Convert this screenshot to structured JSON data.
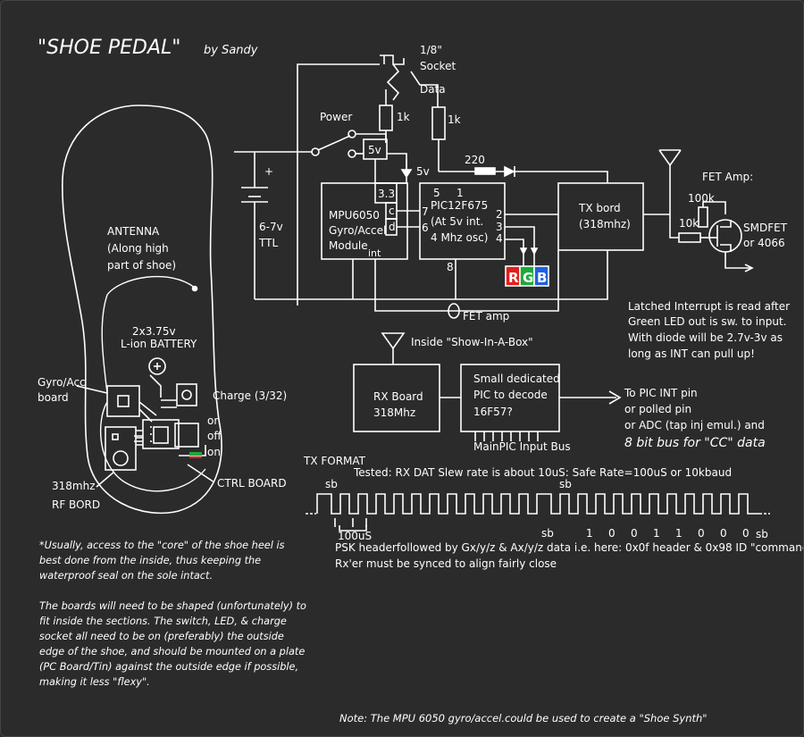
{
  "title": "\"SHOE PEDAL\"",
  "byline": "by Sandy",
  "socket": {
    "line1": "1/8\"",
    "line2": "Socket"
  },
  "data_label": "Data",
  "power_label": "Power",
  "resistor_1k_a": "1k",
  "resistor_1k_b": "1k",
  "regulator": "5v",
  "pic_supply": "5v",
  "resistor_220": "220",
  "battery": {
    "plus": "+",
    "voltage": "6-7v",
    "type": "TTL"
  },
  "mpu": {
    "line1": "MPU6050",
    "line2": "Gyro/Accel",
    "line3": "Module",
    "pin_33": "3.3",
    "pin_c": "c",
    "pin_d": "d",
    "pin_int": "int"
  },
  "pic": {
    "line1": "PIC12F675",
    "line2": "(At 5v int.",
    "line3": "4 Mhz osc)",
    "pin5": "5",
    "pin1": "1",
    "pin7": "7",
    "pin6": "6",
    "pin2": "2",
    "pin3": "3",
    "pin4": "4",
    "pin8": "8"
  },
  "rgb": {
    "r": "R",
    "g": "G",
    "b": "B",
    "r_color": "#e0201c",
    "g_color": "#1fa83a",
    "b_color": "#2060e0"
  },
  "tx": {
    "line1": "TX bord",
    "line2": "(318mhz)"
  },
  "fet": {
    "title": "FET Amp:",
    "r1": "100k",
    "r2": "10k",
    "part1": "SMDFET",
    "part2": "or 4066"
  },
  "fet_amp_label": "FET amp",
  "latch_note": [
    "Latched Interrupt is read after",
    "Green LED out is sw. to input.",
    "With diode will be 2.7v-3v as",
    "long as INT can pull up!"
  ],
  "antenna_label": [
    "ANTENNA",
    "(Along high",
    "part of shoe)"
  ],
  "shoe_battery": [
    "2x3.75v",
    "L-ion BATTERY"
  ],
  "gyro_label": [
    "Gyro/Acc",
    "board"
  ],
  "charge_label": "Charge (3/32)",
  "switch_labels": [
    "on",
    "off",
    "on"
  ],
  "rf_label": [
    "318mhz",
    "RF BORD"
  ],
  "ctrl_label": "CTRL BOARD",
  "inside_label": "Inside \"Show-In-A-Box\"",
  "rx": {
    "line1": "RX Board",
    "line2": "318Mhz"
  },
  "decoder": {
    "line1": "Small dedicated",
    "line2": "PIC to decode",
    "line3": "16F57?"
  },
  "bus_label": "MainPIC Input Bus",
  "outputs": [
    "To PIC INT pin",
    "or polled pin",
    "or ADC (tap inj emul.) and"
  ],
  "outputs_big": "8 bit bus for \"CC\" data",
  "tx_format": "TX FORMAT",
  "tested": "Tested: RX DAT Slew rate is about 10uS: Safe Rate=100uS or 10kbaud",
  "sb": "sb",
  "timing_100us": "100uS",
  "bits": [
    "1",
    "0",
    "0",
    "1",
    "1",
    "0",
    "0",
    "0"
  ],
  "psk_line1": "PSK headerfollowed by Gx/y/z & Ax/y/z data i.e. here: 0x0f header & 0x98 ID \"command\"",
  "psk_line2": "Rx'er must be synced to align fairly close",
  "notes": [
    "*Usually, access to the \"core\" of the shoe heel is best done from the inside, thus keeping the waterproof seal on the sole intact.",
    "The boards will need to be shaped (unfortunately) to fit inside the sections. The  switch, LED, & charge socket all need to be on (preferably) the outside edge of the shoe, and should be mounted on a plate (PC Board/Tin) against the outside edge if possible, making it less \"flexy\"."
  ],
  "bottom_note": "Note: The MPU 6050 gyro/accel.could be used to create a \"Shoe Synth\""
}
